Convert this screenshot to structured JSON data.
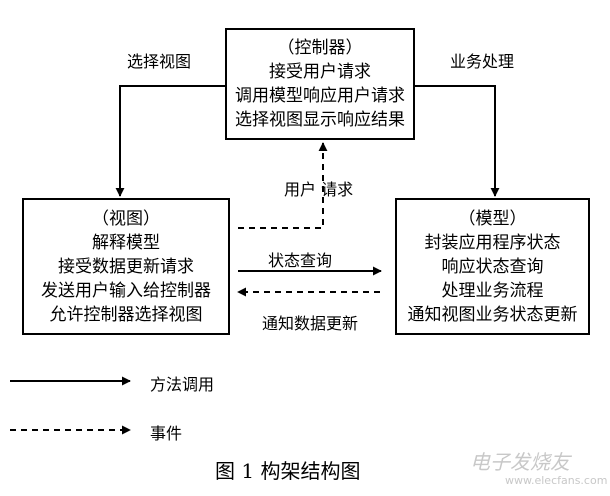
{
  "controller": {
    "title": "（控制器）",
    "lines": [
      "接受用户请求",
      "调用模型响应用户请求",
      "选择视图显示响应结果"
    ]
  },
  "view": {
    "title": "（视图）",
    "lines": [
      "解释模型",
      "接受数据更新请求",
      "发送用户输入给控制器",
      "允许控制器选择视图"
    ]
  },
  "model": {
    "title": "（模型）",
    "lines": [
      "封装应用程序状态",
      "响应状态查询",
      "处理业务流程",
      "通知视图业务状态更新"
    ]
  },
  "labels": {
    "select_view": "选择视图",
    "business": "业务处理",
    "user_request": "用户  请求",
    "state_query": "状态查询",
    "notify_update": "通知数据更新"
  },
  "legend": {
    "method_call": "方法调用",
    "event": "事件"
  },
  "caption": "图 1    构架结构图",
  "watermark": {
    "text": "电子发烧友",
    "url": "www.elecfans.com"
  }
}
